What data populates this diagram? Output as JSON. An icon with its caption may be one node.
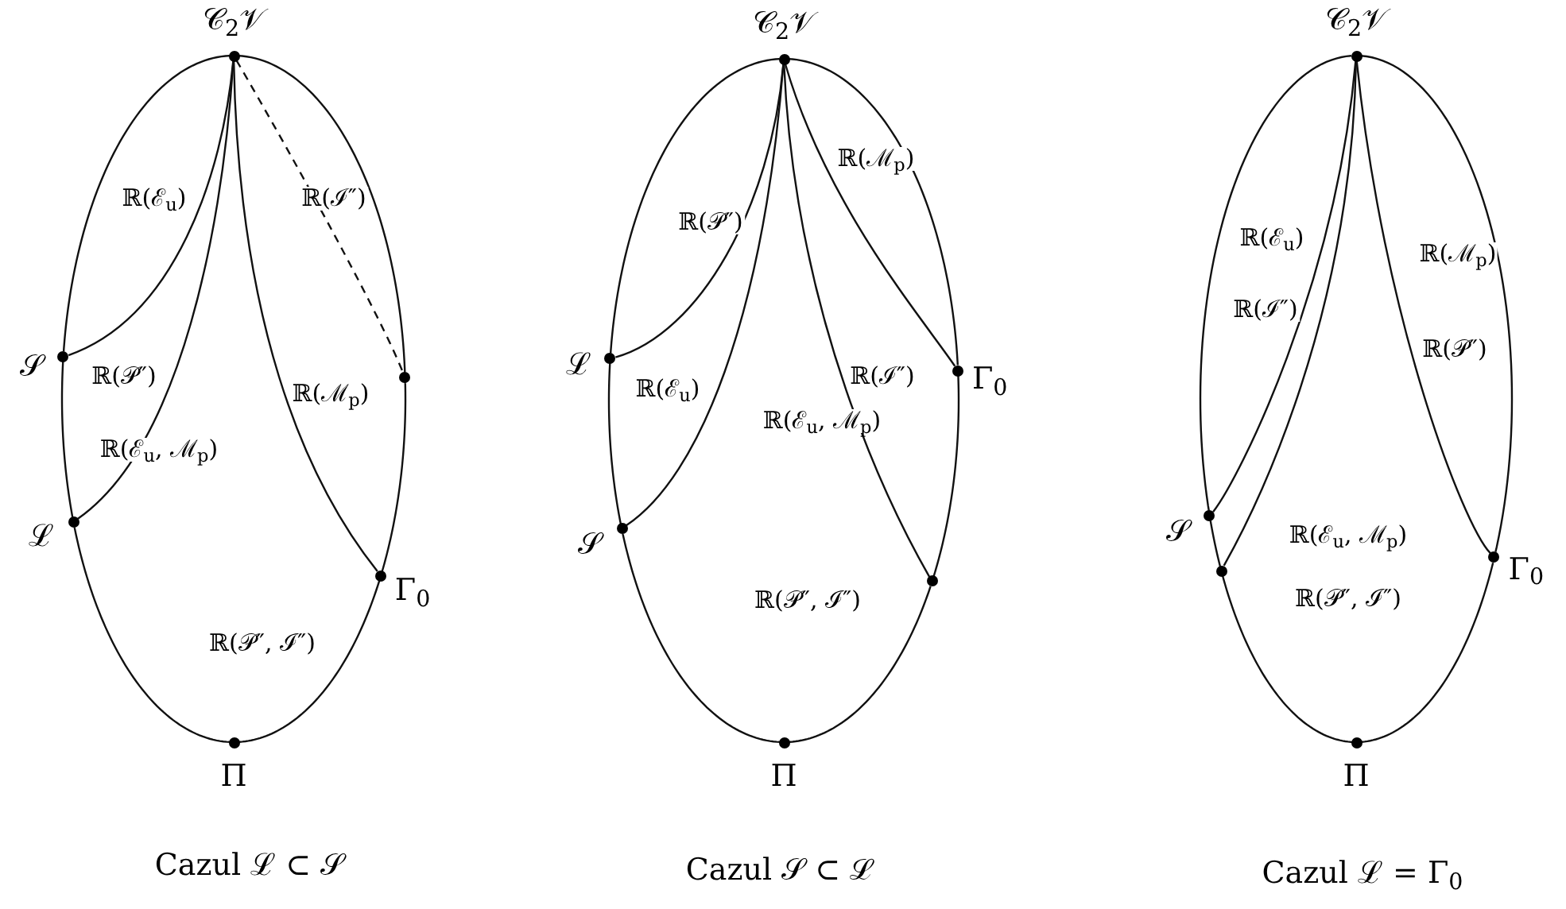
{
  "diagram": {
    "nodes": [
      {
        "text": [],
        "shape": "circle",
        "beside": [
          "𝒞$_{2}$𝒱"
        ]
      },
      {
        "text": [],
        "shape": "circle",
        "beside": [
          "𝒮"
        ]
      },
      {
        "text": [],
        "shape": "circle"
      },
      {
        "text": [],
        "shape": "circle",
        "beside": [
          "ℒ"
        ]
      },
      {
        "text": [],
        "shape": "circle",
        "beside": [
          "Γ$_{0}$"
        ]
      },
      {
        "text": [],
        "shape": "circle",
        "beside": [
          "Π"
        ]
      },
      {
        "text": [],
        "shape": "circle",
        "beside": [
          "𝒞$_{2}$𝒱"
        ]
      },
      {
        "text": [],
        "shape": "circle",
        "beside": [
          "ℒ"
        ]
      },
      {
        "text": [],
        "shape": "circle",
        "beside": [
          "Γ$_{0}$"
        ]
      },
      {
        "text": [],
        "shape": "circle",
        "beside": [
          "𝒮"
        ]
      },
      {
        "text": [],
        "shape": "circle"
      },
      {
        "text": [],
        "shape": "circle",
        "beside": [
          "Π"
        ]
      },
      {
        "text": [],
        "shape": "circle",
        "beside": [
          "𝒞$_{2}$𝒱"
        ]
      },
      {
        "text": [],
        "shape": "circle",
        "beside": [
          "𝒮"
        ]
      },
      {
        "text": [],
        "shape": "circle",
        "beside": [
          "Γ$_{0}$"
        ]
      },
      {
        "text": [],
        "shape": "circle"
      },
      {
        "text": [],
        "shape": "circle",
        "beside": [
          "Π"
        ]
      }
    ],
    "edges": [
      {
        "from": 0,
        "to": 1,
        "arrow": "none"
      },
      {
        "from": 1,
        "to": 3,
        "arrow": "none"
      },
      {
        "from": 3,
        "to": 5,
        "arrow": "none"
      },
      {
        "from": 5,
        "to": 4,
        "arrow": "none"
      },
      {
        "from": 4,
        "to": 2,
        "arrow": "none"
      },
      {
        "from": 2,
        "to": 0,
        "arrow": "none"
      },
      {
        "from": 0,
        "to": 1,
        "arrow": "none"
      },
      {
        "from": 0,
        "to": 3,
        "arrow": "none"
      },
      {
        "from": 0,
        "to": 4,
        "arrow": "none"
      },
      {
        "from": 0,
        "to": 2,
        "arrow": "none",
        "style": "dashed"
      },
      {
        "from": 6,
        "to": 7,
        "arrow": "none"
      },
      {
        "from": 7,
        "to": 9,
        "arrow": "none"
      },
      {
        "from": 9,
        "to": 11,
        "arrow": "none"
      },
      {
        "from": 11,
        "to": 10,
        "arrow": "none"
      },
      {
        "from": 10,
        "to": 8,
        "arrow": "none"
      },
      {
        "from": 8,
        "to": 6,
        "arrow": "none"
      },
      {
        "from": 6,
        "to": 7,
        "arrow": "none"
      },
      {
        "from": 6,
        "to": 9,
        "arrow": "none"
      },
      {
        "from": 6,
        "to": 8,
        "arrow": "none"
      },
      {
        "from": 6,
        "to": 10,
        "arrow": "none"
      },
      {
        "from": 12,
        "to": 13,
        "arrow": "none"
      },
      {
        "from": 13,
        "to": 15,
        "arrow": "none"
      },
      {
        "from": 15,
        "to": 16,
        "arrow": "none"
      },
      {
        "from": 16,
        "to": 14,
        "arrow": "none"
      },
      {
        "from": 14,
        "to": 12,
        "arrow": "none"
      },
      {
        "from": 12,
        "to": 13,
        "arrow": "none"
      },
      {
        "from": 12,
        "to": 15,
        "arrow": "none"
      },
      {
        "from": 12,
        "to": 14,
        "arrow": "none"
      }
    ],
    "labels": [
      "ℝ(ℰ$_{u}$)",
      "ℝ(ℐ″)",
      "ℝ(𝒫″)",
      "ℝ(ℳ$_{p}$)",
      "ℝ(ℰ$_{u}$, ℳ$_{p}$)",
      "ℝ(𝒫″, ℐ″)",
      "Cazul ℒ ⊂ 𝒮",
      "ℝ(ℳ$_{p}$)",
      "ℝ(𝒫″)",
      "ℝ(ℐ″)",
      "ℝ(ℰ$_{u}$)",
      "ℝ(ℰ$_{u}$, ℳ$_{p}$)",
      "ℝ(𝒫″, ℐ″)",
      "Cazul 𝒮 ⊂ ℒ",
      "ℝ(ℰ$_{u}$)",
      "ℝ(ℳ$_{p}$)",
      "ℝ(ℐ″)",
      "ℝ(𝒫″)",
      "ℝ(ℰ$_{u}$, ℳ$_{p}$)",
      "ℝ(𝒫″, ℐ″)",
      "Cazul ℒ = Γ$_{0}$"
    ]
  }
}
